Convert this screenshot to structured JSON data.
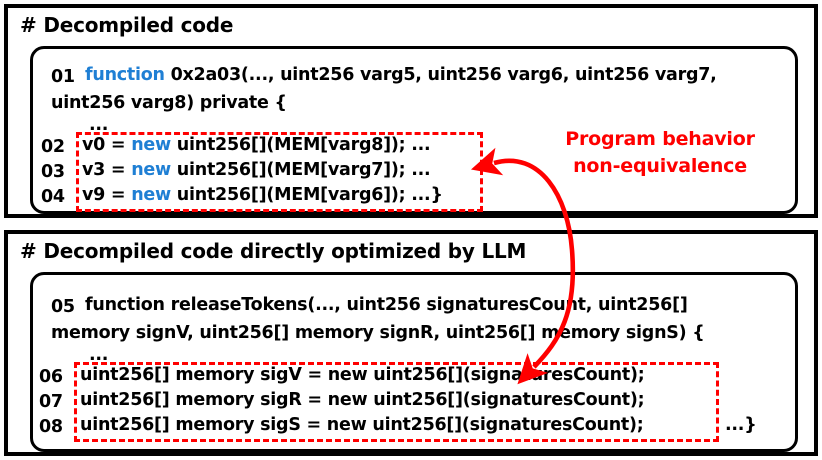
{
  "figure": {
    "title": "Decompiled code vs LLM-optimized decompiled code comparison",
    "colors": {
      "keyword_blue": "#1f7fd4",
      "annotation_red": "#ff0000",
      "border_black": "#000000",
      "background": "#ffffff"
    }
  },
  "panels": [
    {
      "id": "original",
      "header": "# Decompiled code",
      "code": {
        "ellipsis": "...",
        "lines": [
          {
            "number": "01",
            "segments": [
              {
                "text": "function ",
                "style": "keyword"
              },
              {
                "text": "0x2a03(..., uint256 varg5, uint256 varg6, uint256 varg7,",
                "style": "plain"
              }
            ],
            "continuation": "uint256 varg8) private {"
          },
          {
            "number": "02",
            "segments": [
              {
                "text": "v0 = ",
                "style": "plain"
              },
              {
                "text": "new ",
                "style": "keyword"
              },
              {
                "text": "uint256[](MEM[varg8]);  ...",
                "style": "plain"
              }
            ]
          },
          {
            "number": "03",
            "segments": [
              {
                "text": "v3 = ",
                "style": "plain"
              },
              {
                "text": "new ",
                "style": "keyword"
              },
              {
                "text": "uint256[](MEM[varg7]);  ...",
                "style": "plain"
              }
            ]
          },
          {
            "number": "04",
            "segments": [
              {
                "text": "v9 = ",
                "style": "plain"
              },
              {
                "text": "new ",
                "style": "keyword"
              },
              {
                "text": "uint256[](MEM[varg6]);  ...}",
                "style": "plain"
              }
            ]
          }
        ]
      }
    },
    {
      "id": "llm-optimized",
      "header": "# Decompiled code directly optimized by LLM",
      "code": {
        "ellipsis": "...",
        "lines": [
          {
            "number": "05",
            "segments": [
              {
                "text": "function releaseTokens(..., uint256 signaturesCount, uint256[]",
                "style": "plain"
              }
            ],
            "continuation": "memory signV, uint256[] memory signR, uint256[] memory signS)  {"
          },
          {
            "number": "06",
            "segments": [
              {
                "text": "uint256[] memory sigV = new uint256[](signaturesCount);",
                "style": "plain"
              }
            ]
          },
          {
            "number": "07",
            "segments": [
              {
                "text": "uint256[] memory sigR = new uint256[](signaturesCount);",
                "style": "plain"
              }
            ]
          },
          {
            "number": "08",
            "segments": [
              {
                "text": "uint256[] memory sigS = new uint256[](signaturesCount);",
                "style": "plain"
              }
            ],
            "trailing": "...}"
          }
        ]
      }
    }
  ],
  "annotation": {
    "line1": "Program behavior",
    "line2": "non-equivalence",
    "color": "#ff0000"
  }
}
